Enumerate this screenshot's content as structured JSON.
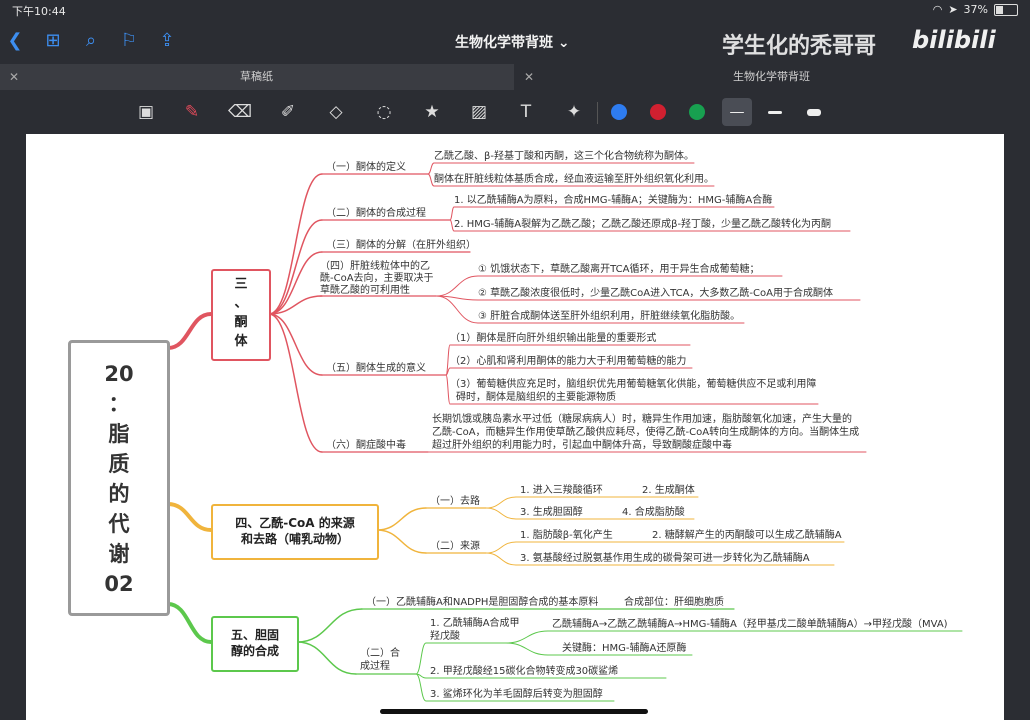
{
  "status": {
    "time": "下午10:44",
    "battery": "37%"
  },
  "nav": {
    "title": "生物化学带背班 ⌄",
    "watermark": "学生化的秃哥哥",
    "brand": "bilibili"
  },
  "tabs": [
    {
      "label": "草稿纸"
    },
    {
      "label": "生物化学带背班"
    }
  ],
  "colors": {
    "red": "#e05560",
    "yellow": "#f0b43c",
    "green": "#5cc84c",
    "blue": "#2e7cf0",
    "toolred": "#d02030",
    "toolgreen": "#18a050"
  },
  "mindmap": {
    "root": [
      "20",
      "：",
      "脂",
      "质",
      "的",
      "代",
      "谢",
      "02"
    ],
    "s3": {
      "title": [
        "三",
        "、",
        "酮",
        "体"
      ],
      "c1": {
        "label": "（一）酮体的定义",
        "items": [
          "乙酰乙酸、β-羟基丁酸和丙酮，这三个化合物统称为酮体。",
          "酮体在肝脏线粒体基质合成，经血液运输至肝外组织氧化利用。"
        ]
      },
      "c2": {
        "label": "（二）酮体的合成过程",
        "items": [
          "1. 以乙酰辅酶A为原料，合成HMG-辅酶A；关键酶为：HMG-辅酶A合酶",
          "2. HMG-辅酶A裂解为乙酰乙酸；乙酰乙酸还原成β-羟丁酸，少量乙酰乙酸转化为丙酮"
        ]
      },
      "c3": {
        "label": "（三）酮体的分解（在肝外组织）"
      },
      "c4": {
        "label": [
          "（四）肝脏线粒体中的乙",
          "酰-CoA去向，主要取决于",
          "草酰乙酸的可利用性"
        ],
        "items": [
          "① 饥饿状态下，草酰乙酸离开TCA循环，用于异生合成葡萄糖；",
          "② 草酰乙酸浓度很低时，少量乙酰CoA进入TCA，大多数乙酰-CoA用于合成酮体",
          "③ 肝脏合成酮体送至肝外组织利用，肝脏继续氧化脂肪酸。"
        ]
      },
      "c5": {
        "label": "（五）酮体生成的意义",
        "items": [
          "（1）酮体是肝向肝外组织输出能量的重要形式",
          "（2）心肌和肾利用酮体的能力大于利用葡萄糖的能力"
        ],
        "item3": [
          "（3）葡萄糖供应充足时，脑组织优先用葡萄糖氧化供能，葡萄糖供应不足或利用障",
          "碍时，酮体是脑组织的主要能源物质"
        ]
      },
      "c6": {
        "label": "（六）酮症酸中毒",
        "text": [
          "长期饥饿或胰岛素水平过低（糖尿病病人）时，糖异生作用加速，脂肪酸氧化加速，产生大量的",
          "乙酰-CoA，而糖异生作用使草酰乙酸供应耗尽，使得乙酰-CoA转向生成酮体的方向。当酮体生成",
          "超过肝外组织的利用能力时，引起血中酮体升高，导致酮酸症酸中毒"
        ]
      }
    },
    "s4": {
      "title": [
        "四、乙酰-CoA 的来源",
        "和去路（哺乳动物）"
      ],
      "c1": {
        "label": "（一）去路",
        "items": [
          "1. 进入三羧酸循环",
          "2. 生成酮体",
          "3. 生成胆固醇",
          "4. 合成脂肪酸"
        ]
      },
      "c2": {
        "label": "（二）来源",
        "items": [
          "1. 脂肪酸β-氧化产生",
          "2. 糖酵解产生的丙酮酸可以生成乙酰辅酶A",
          "3. 氨基酸经过脱氨基作用生成的碳骨架可进一步转化为乙酰辅酶A"
        ]
      }
    },
    "s5": {
      "title": [
        "五、胆固",
        "醇的合成"
      ],
      "c1": {
        "label": "（一）乙酰辅酶A和NADPH是胆固醇合成的基本原料",
        "site": "合成部位：肝细胞胞质"
      },
      "c2": {
        "label": [
          "（二）合",
          "成过程"
        ],
        "step1": [
          "1. 乙酰辅酶A合成甲",
          "羟戊酸"
        ],
        "step1a": "乙酰辅酶A→乙酰乙酰辅酶A→HMG-辅酶A（羟甲基戊二酸单酰辅酶A）→甲羟戊酸（MVA)",
        "step1b": "关键酶：HMG-辅酶A还原酶",
        "step2": "2. 甲羟戊酸经15碳化合物转变成30碳鲨烯",
        "step3": "3. 鲨烯环化为羊毛固醇后转变为胆固醇"
      }
    }
  }
}
